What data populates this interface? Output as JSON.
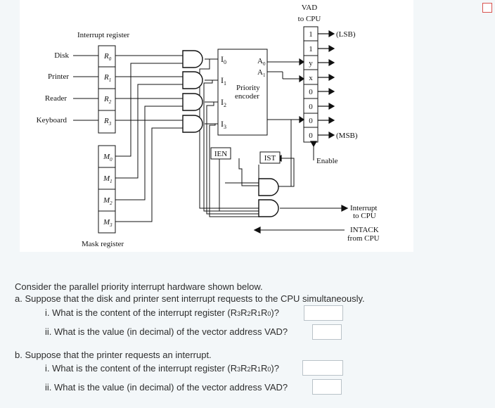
{
  "diagram": {
    "vad_label_line1": "VAD",
    "vad_label_line2": "to CPU",
    "lsb_label": "(LSB)",
    "msb_label": "(MSB)",
    "interrupt_register_label": "Interrupt register",
    "mask_register_label": "Mask register",
    "devices": [
      "Disk",
      "Printer",
      "Reader",
      "Keyboard"
    ],
    "r_bits": [
      "R",
      "R",
      "R",
      "R"
    ],
    "r_subs": [
      "0",
      "1",
      "2",
      "3"
    ],
    "m_bits": [
      "M",
      "M",
      "M",
      "M"
    ],
    "m_subs": [
      "0",
      "1",
      "2",
      "3"
    ],
    "encoder_inputs": [
      "I",
      "I",
      "I",
      "I"
    ],
    "encoder_input_subs": [
      "0",
      "1",
      "2",
      "3"
    ],
    "encoder_outputs": [
      "A",
      "A"
    ],
    "encoder_output_subs": [
      "0",
      "1"
    ],
    "encoder_name_line1": "Priority",
    "encoder_name_line2": "encoder",
    "vad_bits": [
      "1",
      "1",
      "y",
      "x",
      "0",
      "0",
      "0",
      "0"
    ],
    "ien_label": "IEN",
    "ist_label": "IST",
    "enable_label": "Enable",
    "interrupt_to_cpu_line1": "Interrupt",
    "interrupt_to_cpu_line2": "to CPU",
    "intack_line1": "INTACK",
    "intack_line2": "from CPU"
  },
  "questions": {
    "intro": "Consider the parallel priority interrupt hardware shown below.",
    "part_a": "a. Suppose that the disk and printer sent interrupt requests to the CPU simultaneously.",
    "a_i_prefix": "i. What is the content of the interrupt register (R",
    "a_i_suffix": ")?",
    "a_ii": "ii. What is the value (in decimal) of the vector address VAD?",
    "part_b": "b. Suppose that the printer requests an interrupt.",
    "b_i_prefix": "i. What is the content of the interrupt register (R",
    "b_i_suffix": ")?",
    "b_ii": "ii. What is the value (in decimal) of the vector address VAD?",
    "reg_subs": [
      "3",
      "2",
      "1",
      "0"
    ],
    "reg_letter": "R"
  }
}
